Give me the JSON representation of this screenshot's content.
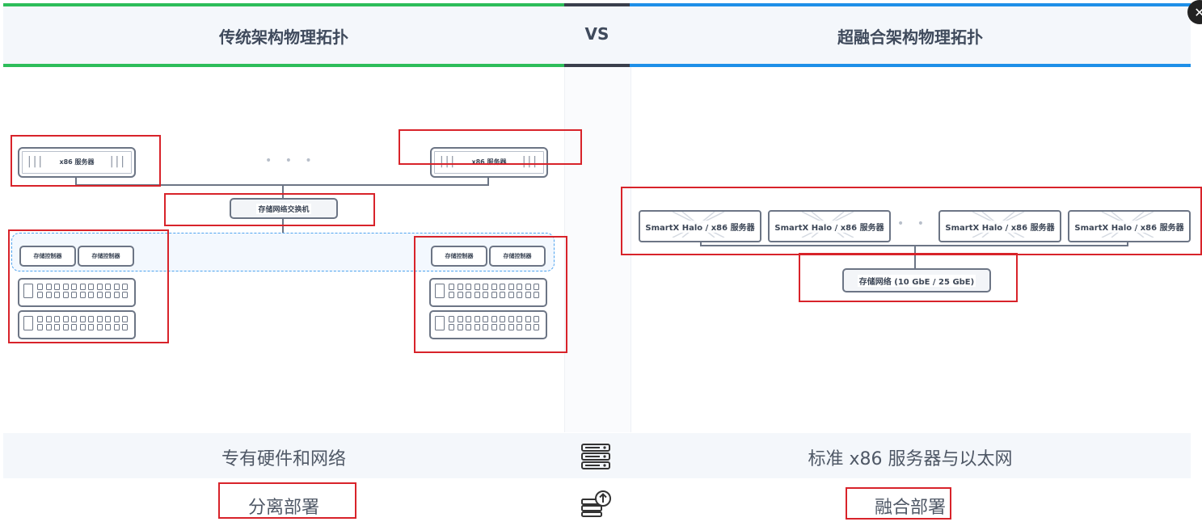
{
  "header": {
    "left_title": "传统架构物理拓扑",
    "vs": "VS",
    "right_title": "超融合架构物理拓扑"
  },
  "colors": {
    "left_accent": "#2dbd5a",
    "center_accent": "#3a3f4c",
    "right_accent": "#1e8fe8",
    "highlight": "#d8232a"
  },
  "left_diagram": {
    "server_label": "x86 服务器",
    "ellipsis": "• • •",
    "switch_label": "存储网络交换机",
    "controller_label": "存储控制器"
  },
  "right_diagram": {
    "node_label": "SmartX Halo / x86 服务器",
    "ellipsis": "• • •",
    "network_label": "存储网络 (10 GbE / 25 GbE)"
  },
  "comparison_rows": [
    {
      "left": "专有硬件和网络",
      "icon": "server-rack-icon",
      "right": "标准 x86 服务器与以太网"
    },
    {
      "left": "分离部署",
      "icon": "server-upload-icon",
      "right": "融合部署"
    }
  ],
  "close_icon": "close-icon"
}
